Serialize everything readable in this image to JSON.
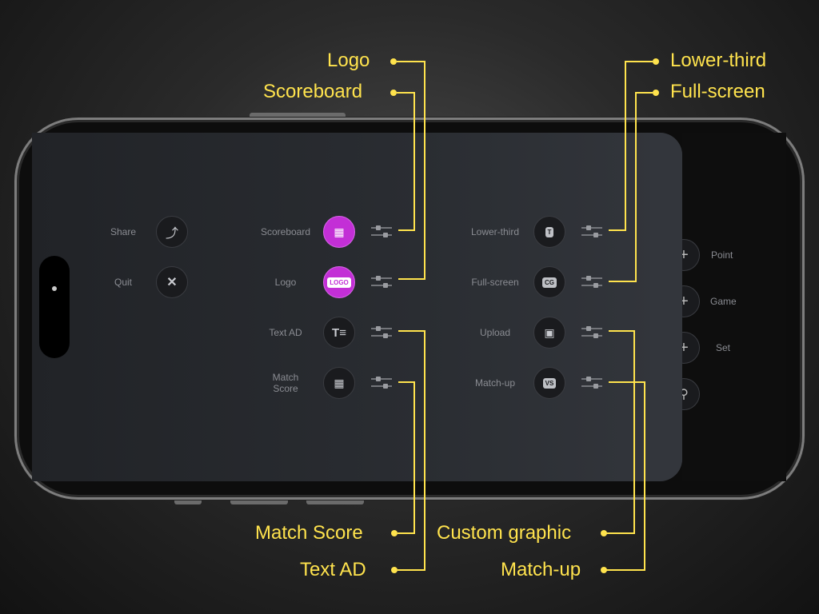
{
  "left_menu": {
    "share_label": "Share",
    "quit_label": "Quit"
  },
  "graphics_col1": [
    {
      "label": "Scoreboard",
      "icon": "scoreboard-icon",
      "active": true
    },
    {
      "label": "Logo",
      "icon": "logo-icon",
      "icon_text": "LOGO",
      "active": true
    },
    {
      "label": "Text AD",
      "icon": "text-ad-icon",
      "active": false
    },
    {
      "label": "Match\nScore",
      "icon": "match-score-icon",
      "active": false
    }
  ],
  "graphics_col2": [
    {
      "label": "Lower-third",
      "icon": "lower-third-icon",
      "icon_text": "T"
    },
    {
      "label": "Full-screen",
      "icon": "full-screen-icon",
      "icon_text": "CG"
    },
    {
      "label": "Upload",
      "icon": "upload-image-icon"
    },
    {
      "label": "Match-up",
      "icon": "match-up-icon",
      "icon_text": "VS"
    }
  ],
  "right_controls": [
    {
      "label": "Point"
    },
    {
      "label": "Game"
    },
    {
      "label": "Set"
    }
  ],
  "annotations": {
    "logo": "Logo",
    "scoreboard": "Scoreboard",
    "lower_third": "Lower-third",
    "full_screen": "Full-screen",
    "match_score": "Match Score",
    "text_ad": "Text AD",
    "custom_graphic": "Custom graphic",
    "match_up": "Match-up"
  },
  "colors": {
    "accent": "#c32fd6",
    "annotation": "#ffe34d"
  }
}
